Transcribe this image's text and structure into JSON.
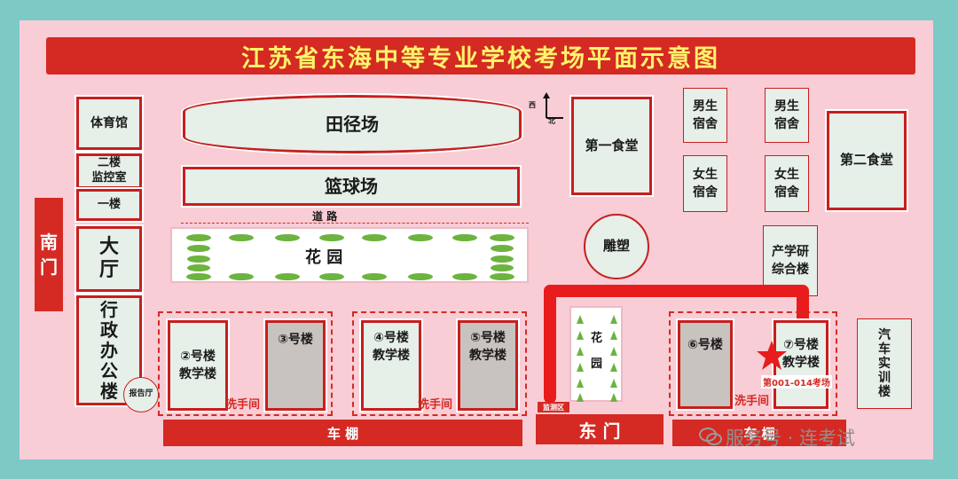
{
  "title": "江苏省东海中等专业学校考场平面示意图",
  "compass": {
    "west": "西",
    "north": "北"
  },
  "buildings": {
    "track": "田径场",
    "basketball": "篮球场",
    "road": "道  路",
    "garden": "花      园",
    "gym": "体育馆",
    "monitor_floor": "二楼\n监控室",
    "first_floor": "一楼",
    "south_gate": "南\n门",
    "hall": "大\n厅",
    "admin": "行\n政\n办\n公\n楼",
    "report_hall": "报告厅",
    "canteen1": "第一食堂",
    "male_dorm_1": "男生\n宿舍",
    "male_dorm_2": "男生\n宿舍",
    "female_dorm_1": "女生\n宿舍",
    "female_dorm_2": "女生\n宿舍",
    "canteen2": "第二食堂",
    "sculpture": "雕塑",
    "research": "产学研\n综合楼",
    "b2": "②号楼\n教学楼",
    "b3": "③号楼",
    "b4": "④号楼\n教学楼",
    "b5": "⑤号楼\n教学楼",
    "b6": "⑥号楼",
    "b7": "⑦号楼\n教学楼",
    "washroom_1": "洗手间",
    "washroom_2": "洗手间",
    "washroom_3": "洗手间",
    "small_garden": "花\n\n园",
    "monitor_zone": "监测区",
    "east_gate": "东  门",
    "shed_1": "车          棚",
    "shed_2": "车          棚",
    "auto_training": "汽\n车\n实\n训\n楼"
  },
  "exam_room_label": "第001-014考场",
  "watermark": "服务号 · 连考试",
  "colors": {
    "red": "#d42a23",
    "map_bg": "#f8cdd6",
    "outer_bg": "#7dc9c6",
    "building": "#e6efe8",
    "gray_building": "#c9c3bf"
  }
}
